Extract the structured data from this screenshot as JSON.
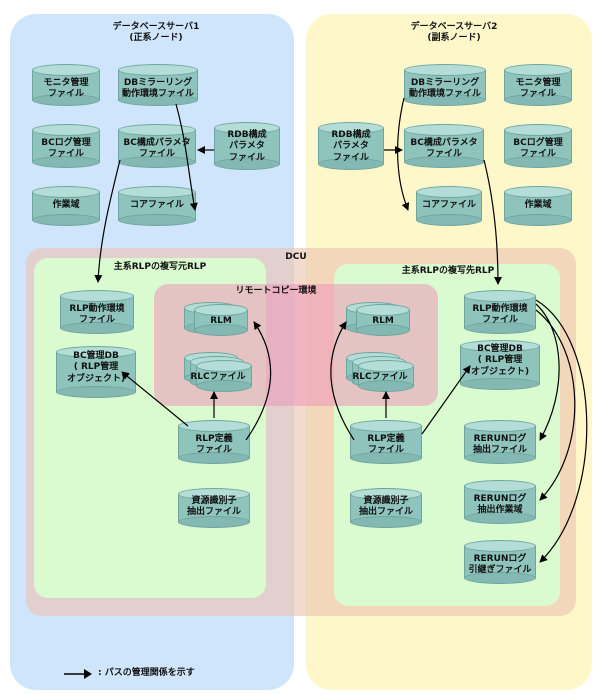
{
  "regions": {
    "server1": "データベースサーバ1",
    "server1_sub": "(正系ノード)",
    "server2": "データベースサーバ2",
    "server2_sub": "(副系ノード)",
    "dcu": "DCU",
    "rlp_source": "主系RLPの複写元RLP",
    "rlp_target": "主系RLPの複写先RLP",
    "remote_copy": "リモートコピー環境"
  },
  "server1_files": {
    "monitor": [
      "モニタ管理",
      "ファイル"
    ],
    "db_mirror": [
      "DBミラーリング",
      "動作環境ファイル"
    ],
    "bc_log": [
      "BCログ管理",
      "ファイル"
    ],
    "bc_param": [
      "BC構成パラメタ",
      "ファイル"
    ],
    "rdb_param": [
      "RDB構成",
      "パラメタ",
      "ファイル"
    ],
    "work": [
      "作業域"
    ],
    "core": [
      "コアファイル"
    ]
  },
  "server2_files": {
    "db_mirror": [
      "DBミラーリング",
      "動作環境ファイル"
    ],
    "monitor": [
      "モニタ管理",
      "ファイル"
    ],
    "rdb_param": [
      "RDB構成",
      "パラメタ",
      "ファイル"
    ],
    "bc_param": [
      "BC構成パラメタ",
      "ファイル"
    ],
    "bc_log": [
      "BCログ管理",
      "ファイル"
    ],
    "core": [
      "コアファイル"
    ],
    "work": [
      "作業域"
    ]
  },
  "rlp_source_files": {
    "rlp_env": [
      "RLP動作環境",
      "ファイル"
    ],
    "bc_db": [
      "BC管理DB",
      "( RLP管理",
      "オブジェクト)"
    ],
    "rlp_def": [
      "RLP定義",
      "ファイル"
    ],
    "resource_id": [
      "資源識別子",
      "抽出ファイル"
    ]
  },
  "remote_files": {
    "rlm_left": "RLM",
    "rlc_left": "RLCファイル",
    "rlm_right": "RLM",
    "rlc_right": "RLCファイル"
  },
  "rlp_target_files": {
    "rlp_env": [
      "RLP動作環境",
      "ファイル"
    ],
    "bc_db": [
      "BC管理DB",
      "( RLP管理",
      "オブジェクト)"
    ],
    "rlp_def": [
      "RLP定義",
      "ファイル"
    ],
    "resource_id": [
      "資源識別子",
      "抽出ファイル"
    ],
    "rerun_log": [
      "RERUNログ",
      "抽出ファイル"
    ],
    "rerun_work": [
      "RERUNログ",
      "抽出作業域"
    ],
    "rerun_handover": [
      "RERUNログ",
      "引継ぎファイル"
    ]
  },
  "legend": {
    "text": ": パスの管理関係を示す"
  }
}
